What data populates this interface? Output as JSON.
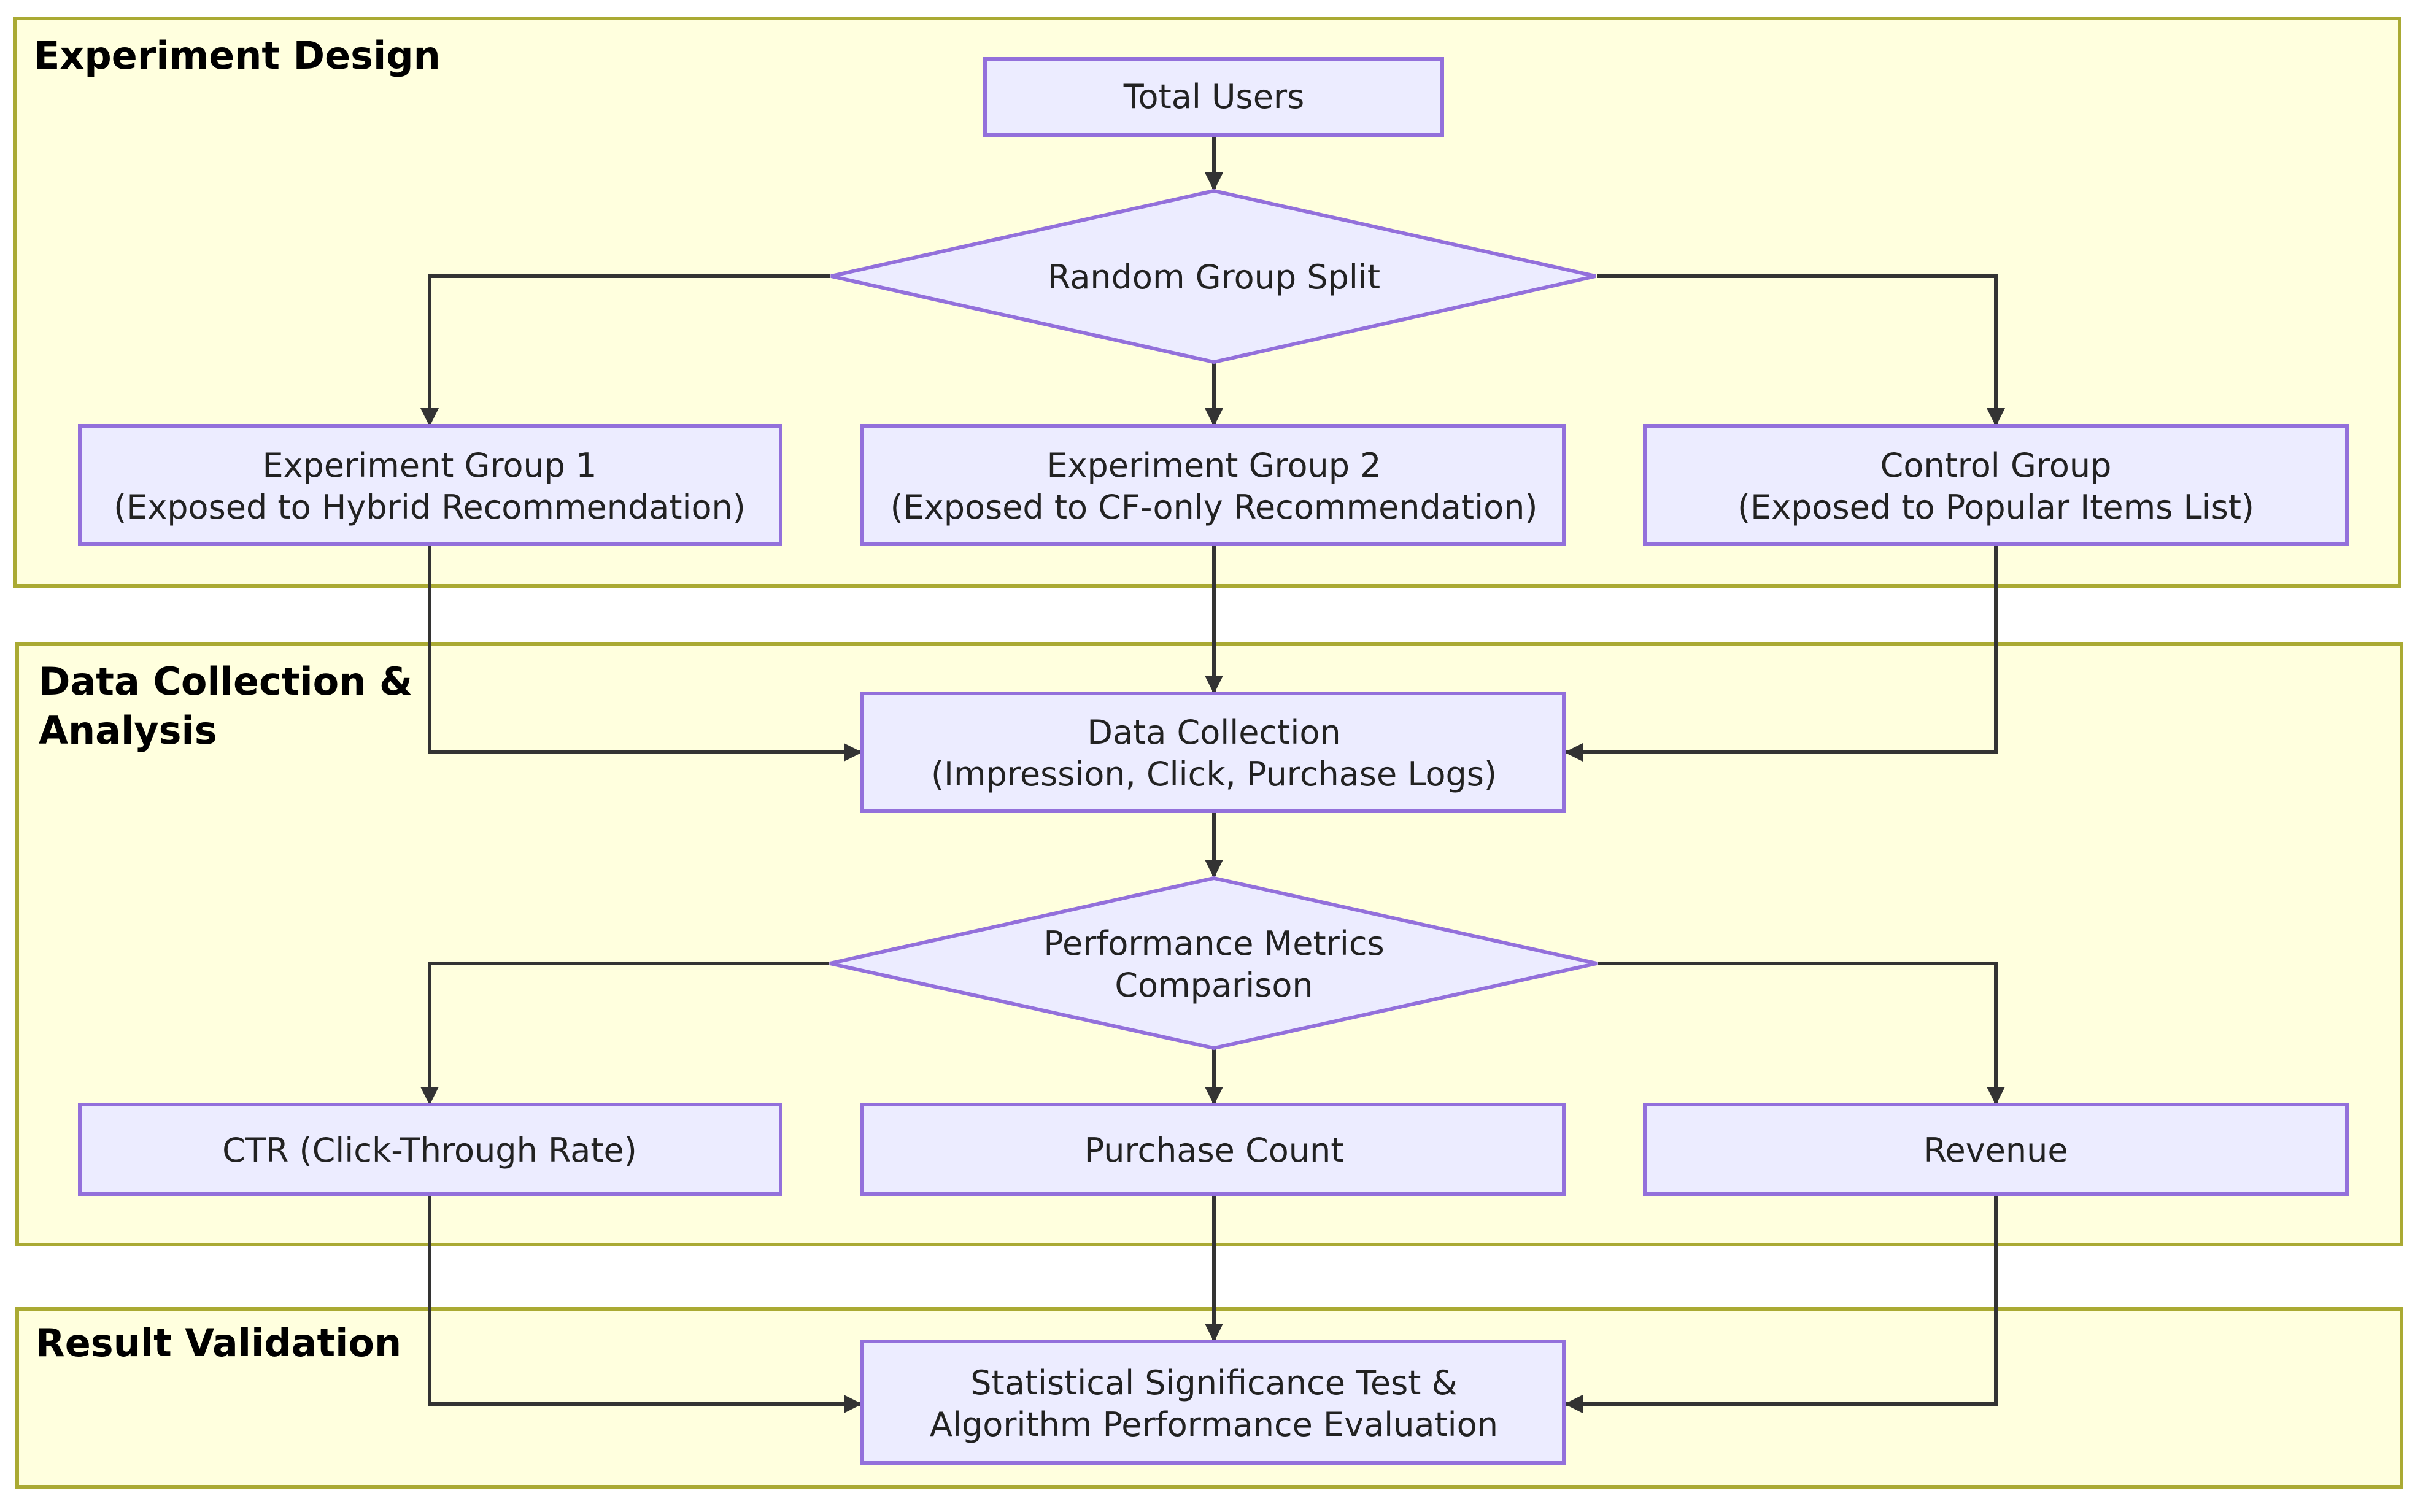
{
  "clusters": {
    "design": {
      "title": "Experiment Design"
    },
    "collection": {
      "title_line1": "Data Collection &",
      "title_line2": "Analysis"
    },
    "validation": {
      "title": "Result Validation"
    }
  },
  "nodes": {
    "total_users": {
      "label": "Total Users"
    },
    "random_split": {
      "label": "Random Group Split"
    },
    "group1": {
      "line1": "Experiment Group 1",
      "line2": "(Exposed to Hybrid Recommendation)"
    },
    "group2": {
      "line1": "Experiment Group 2",
      "line2": "(Exposed to CF-only Recommendation)"
    },
    "control": {
      "line1": "Control Group",
      "line2": "(Exposed to Popular Items List)"
    },
    "data_collection": {
      "line1": "Data Collection",
      "line2": "(Impression, Click, Purchase Logs)"
    },
    "metrics": {
      "line1": "Performance Metrics",
      "line2": "Comparison"
    },
    "ctr": {
      "label": "CTR (Click-Through Rate)"
    },
    "purchase": {
      "label": "Purchase Count"
    },
    "revenue": {
      "label": "Revenue"
    },
    "stat_test": {
      "line1": "Statistical Significance Test &",
      "line2": "Algorithm Performance Evaluation"
    }
  },
  "colors": {
    "cluster_fill": "#ffffde",
    "cluster_border": "#aaaa33",
    "node_fill": "#ececff",
    "node_border": "#9370db",
    "edge": "#333333"
  }
}
